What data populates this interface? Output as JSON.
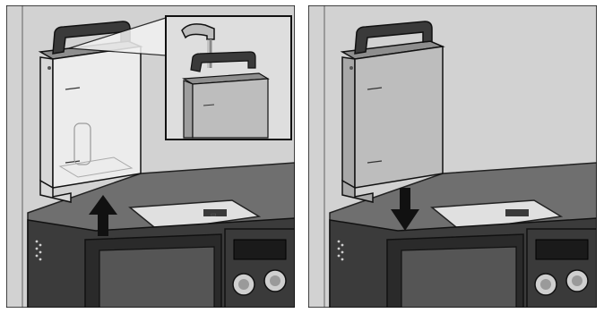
{
  "figure": {
    "panels": [
      {
        "id": "left",
        "step": "fill-and-insert",
        "arrow_direction": "up",
        "inset": {
          "content": "tap-filling-water-tank",
          "icon": "water-tap-icon"
        }
      },
      {
        "id": "right",
        "step": "push-down-into-machine",
        "arrow_direction": "down"
      }
    ],
    "colors": {
      "background": "#d2d2d2",
      "outline": "#1a1a1a",
      "tank_clear": "#ececec",
      "tank_filled": "#bdbdbd",
      "handle": "#3a3a3a",
      "counter": "#6f6f6f",
      "machine_dark": "#2b2b2b",
      "arrow": "#111111"
    }
  }
}
